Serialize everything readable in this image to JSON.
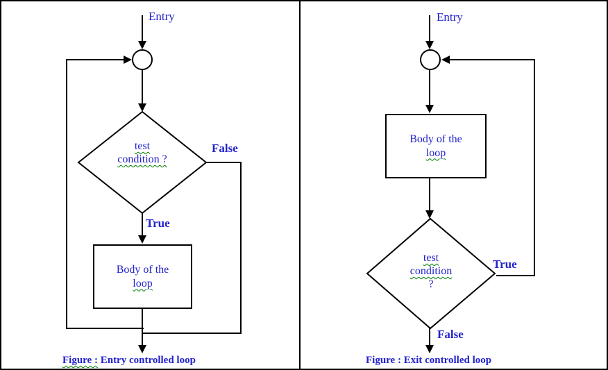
{
  "colors": {
    "text_blue": "#2222CC",
    "squiggle_green": "#008000",
    "line_black": "#000000",
    "background": "#FFFFFF"
  },
  "left_panel": {
    "entry_label": "Entry",
    "condition_line1": "test",
    "condition_line2": "condition ?",
    "false_label": "False",
    "true_label": "True",
    "body_line1": "Body of the",
    "body_line2": "loop",
    "caption_prefix": "Figure :",
    "caption_rest": " Entry controlled loop"
  },
  "right_panel": {
    "entry_label": "Entry",
    "body_line1": "Body of the",
    "body_line2": "loop",
    "condition_line1": "test",
    "condition_line2": "condition",
    "condition_line3": "?",
    "true_label": "True",
    "false_label": "False",
    "caption_prefix": "Figure :",
    "caption_rest": " Exit controlled loop"
  }
}
